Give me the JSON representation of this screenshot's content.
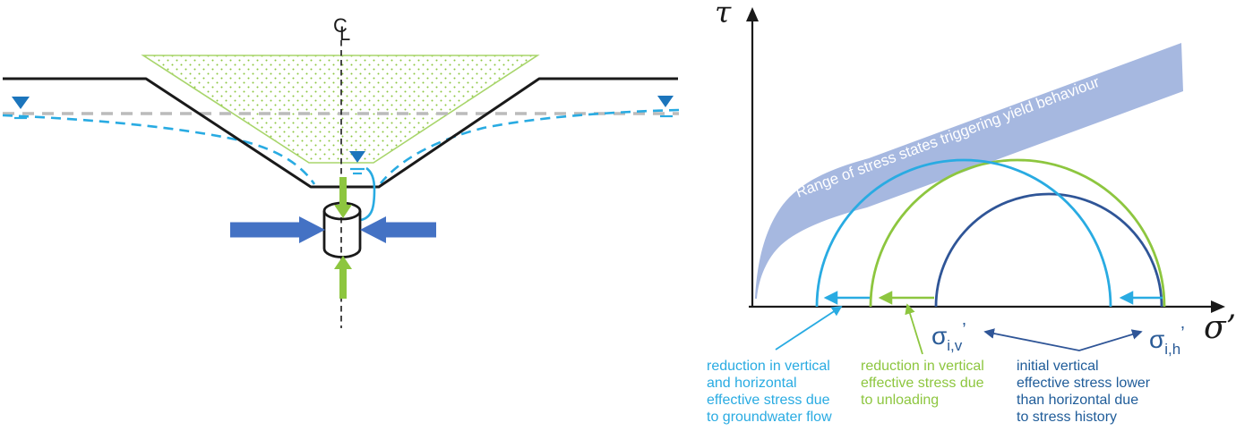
{
  "palette": {
    "black_lines": "#1a1a1a",
    "gray_water_table_dash": "#bbbbbb",
    "cyan": "#29ABE2",
    "green": "#8DC63F",
    "stress_arrow_blue": "#4472C4",
    "water_triangle_blue": "#1C75BC",
    "navy_circle": "#2F5597",
    "sigma_label_blue": "#2A5B97",
    "dark_annotation_text": "#1F5C99",
    "band_fill": "#A6B8E0",
    "band_text": "#FFFFFF"
  },
  "left_diagram": {
    "centerline_c": "C",
    "centerline_l": "L"
  },
  "right_diagram": {
    "tau_label": "τ",
    "sigma_label": "σ’",
    "band_label": "Range of stress states triggering yield behaviour",
    "sigma_iv": {
      "base": "σ",
      "sub": "i,v",
      "prime": "’"
    },
    "sigma_ih": {
      "base": "σ",
      "sub": "i,h",
      "prime": "’"
    },
    "annotations": {
      "groundwater": "reduction in vertical\nand horizontal\neffective stress due\nto groundwater flow",
      "unloading": "reduction in vertical\neffective stress due\nto unloading",
      "history": "initial vertical\neffective stress lower\nthan horizontal due\nto stress history"
    },
    "mohr_circles": [
      {
        "id": "cyan-circle",
        "color": "#29ABE2"
      },
      {
        "id": "green-circle",
        "color": "#8DC63F"
      },
      {
        "id": "navy-circle",
        "color": "#2F5597"
      }
    ]
  }
}
